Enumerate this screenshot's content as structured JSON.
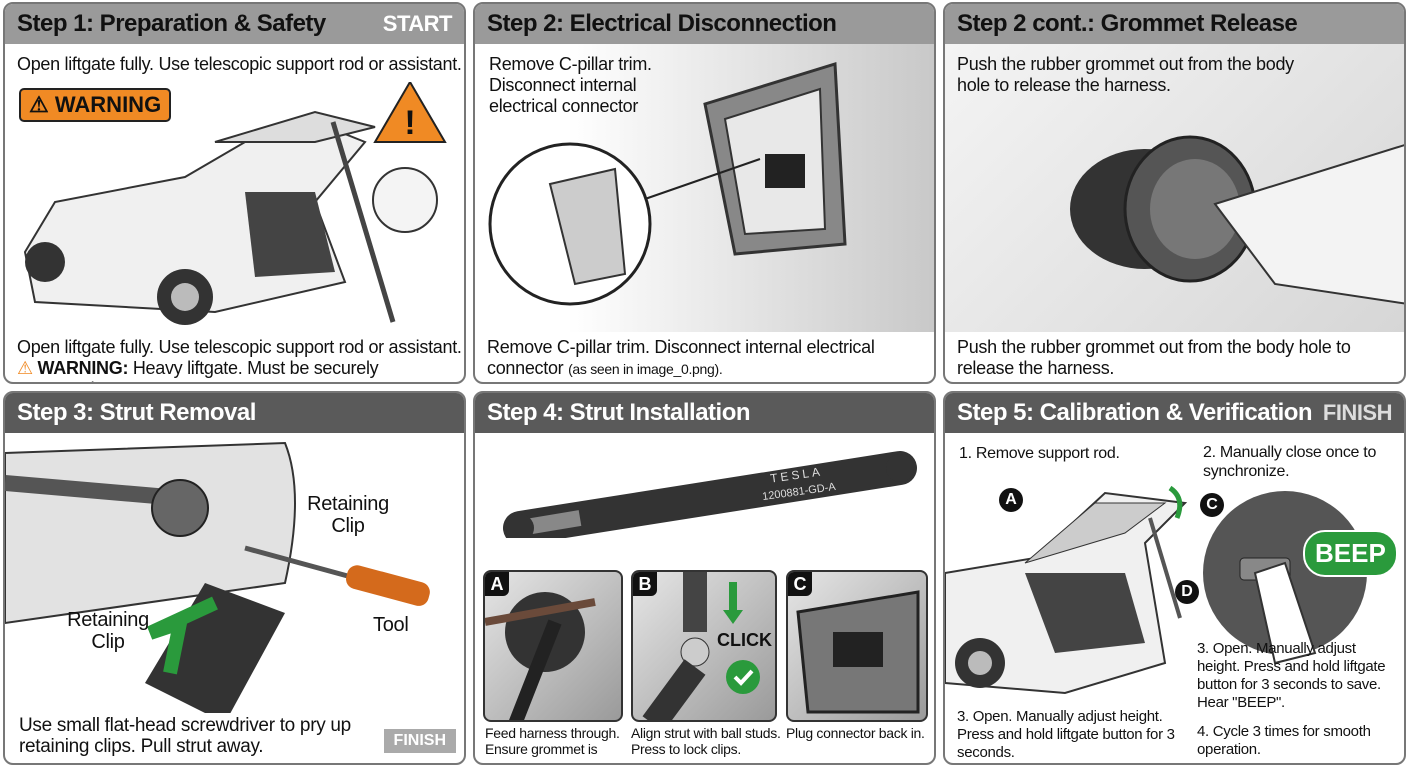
{
  "colors": {
    "warning": "#f08a24",
    "success": "#2a9a3c",
    "header_top": "#9a9a9a",
    "header_bottom": "#5a5a5a"
  },
  "step1": {
    "title": "Step 1: Preparation & Safety",
    "tag": "START",
    "intro": "Open liftgate fully. Use telescopic support rod or assistant.",
    "warning_label": "WARNING",
    "caption": "Open liftgate fully. Use telescopic support rod or assistant.",
    "warning_prefix": "WARNING:",
    "warning_text": " Heavy liftgate. Must be securely supported."
  },
  "step2": {
    "title": "Step 2: Electrical Disconnection",
    "intro": "Remove C-pillar trim. Disconnect internal electrical connector",
    "caption": "Remove C-pillar trim. Disconnect internal electrical connector",
    "caption_note": "(as seen in image_0.png)."
  },
  "step2b": {
    "title": "Step 2 cont.: Grommet Release",
    "intro": "Push the rubber grommet out from the body hole to release the harness.",
    "caption": "Push the rubber grommet out from the body hole to release the harness."
  },
  "step3": {
    "title": "Step 3: Strut Removal",
    "label_clip_1": "Retaining Clip",
    "label_clip_2": "Retaining Clip",
    "label_tool": "Tool",
    "caption": "Use small flat-head screwdriver to pry up retaining clips. Pull strut away.",
    "finish": "FINISH"
  },
  "step4": {
    "title": "Step 4: Strut Installation",
    "strut_brand": "TESLA",
    "strut_part": "1200881-GD-A",
    "subs": [
      {
        "badge": "A",
        "caption": "Feed harness through. Ensure grommet is"
      },
      {
        "badge": "B",
        "caption": "Align strut with ball studs. Press to lock clips.",
        "click": "CLICK"
      },
      {
        "badge": "C",
        "caption": "Plug connector back in."
      }
    ]
  },
  "step5": {
    "title": "Step 5: Calibration & Verification",
    "tag": "FINISH",
    "item1": "1. Remove support rod.",
    "item2": "2. Manually close once to synchronize.",
    "item3a": "3. Open. Manually adjust height. Press and hold liftgate button for 3 seconds.",
    "item3b": "3. Open. Manually adjust height. Press and hold liftgate button for 3 seconds to save. Hear \"BEEP\".",
    "item4": "4. Cycle 3 times for smooth operation.",
    "beep": "BEEP",
    "markers": [
      "A",
      "C",
      "D"
    ]
  }
}
